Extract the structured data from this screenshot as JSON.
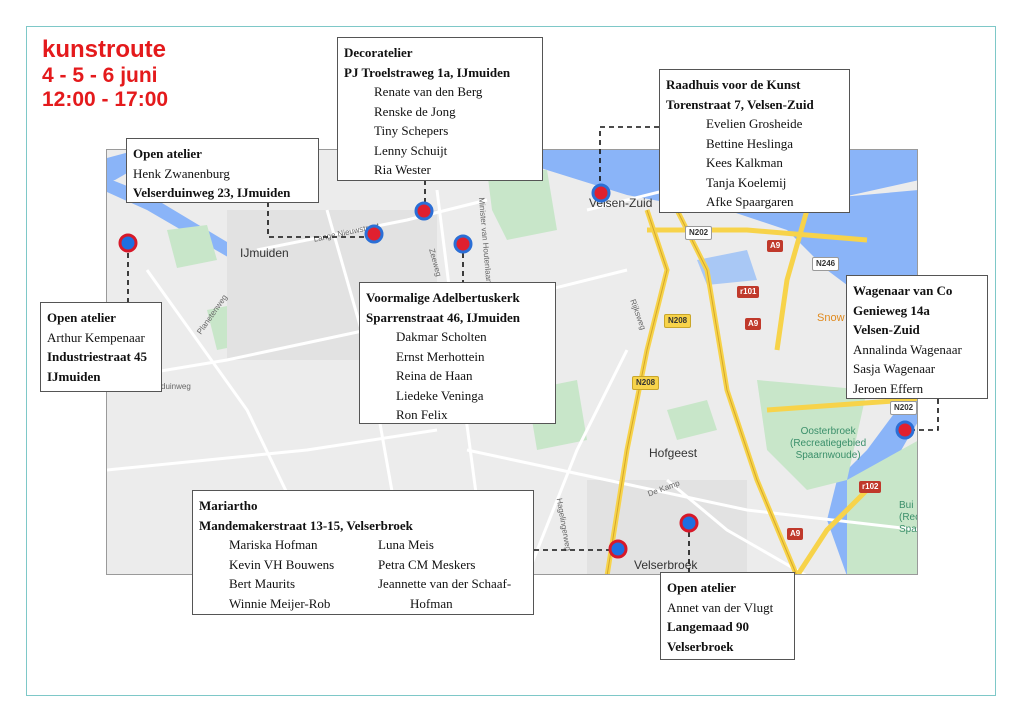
{
  "title": {
    "line1": "kunstroute",
    "line2": "4 - 5 - 6 juni",
    "line3": "12:00 - 17:00"
  },
  "map_labels": {
    "ijmuiden": "IJmuiden",
    "velsen_zuid": "Velsen-Zuid",
    "velserbroek": "Velserbroek",
    "hofgeest": "Hofgeest",
    "oosterbroek": "Oosterbroek\n(Recreatiegebied\nSpaarnwoude)",
    "snow": "Snow",
    "bui": "Bui\n(Recr\nSpaa",
    "lange_nieuwstraat": "Lange Nieuwstraat",
    "planetenweg": "Planetenweg",
    "minister": "Minister van Houtenlaan",
    "zeeweg": "Zeeweg",
    "rijksweg": "Rijksweg",
    "de_kamp": "De Kamp",
    "hagelingerweg": "Hagelingerweg",
    "duinweg": "duinweg"
  },
  "road_shields": {
    "n202_a": "N202",
    "n202_b": "N202",
    "a9_a": "A9",
    "a9_b": "A9",
    "a9_c": "A9",
    "n246": "N246",
    "r101": "r101",
    "n208_a": "N208",
    "n208_b": "N208",
    "r102": "r102"
  },
  "colors": {
    "pin_blue": "#1f6fe0",
    "pin_red": "#d7192a",
    "title_red": "#e41a1c",
    "water": "#8ab4f8",
    "green": "#c8e6c9",
    "highway": "#f7d34a"
  },
  "locations": {
    "decoratelier": {
      "name": "Decoratelier",
      "address": "PJ Troelstraweg 1a, IJmuiden",
      "artists": [
        "Renate van den Berg",
        "Renske de Jong",
        "Tiny Schepers",
        "Lenny Schuijt",
        "Ria Wester"
      ]
    },
    "raadhuis": {
      "name": "Raadhuis voor de Kunst",
      "address": "Torenstraat 7, Velsen-Zuid",
      "artists": [
        "Evelien Grosheide",
        "Bettine Heslinga",
        "Kees Kalkman",
        "Tanja Koelemij",
        "Afke Spaargaren"
      ]
    },
    "zwanenburg": {
      "name": "Open atelier",
      "artist": "Henk Zwanenburg",
      "address": "Velserduinweg 23, IJmuiden"
    },
    "kempenaar": {
      "name": "Open atelier",
      "artist": "Arthur Kempenaar",
      "address_line1": "Industriestraat 45",
      "address_line2": "IJmuiden"
    },
    "adelbertuskerk": {
      "name": "Voormalige Adelbertuskerk",
      "address": "Sparrenstraat 46, IJmuiden",
      "artists": [
        "Dakmar Scholten",
        "Ernst Merhottein",
        "Reina de Haan",
        "Liedeke Veninga",
        "Ron Felix"
      ]
    },
    "wagenaar": {
      "name": "Wagenaar van Co",
      "address_line1": "Genieweg 14a",
      "address_line2": "Velsen-Zuid",
      "artists": [
        "Annalinda Wagenaar",
        "Sasja Wagenaar",
        "Jeroen Effern"
      ]
    },
    "mariartho": {
      "name": "Mariartho",
      "address": "Mandemakerstraat 13-15, Velserbroek",
      "artists_col1": [
        "Mariska Hofman",
        "Kevin VH Bouwens",
        "Bert Maurits",
        "Winnie Meijer-Rob"
      ],
      "artists_col2": [
        "Luna Meis",
        "Petra CM Meskers",
        "Jeannette van der Schaaf-",
        "Hofman"
      ]
    },
    "vandervlugt": {
      "name": "Open atelier",
      "artist": "Annet van der Vlugt",
      "address_line1": "Langemaad 90",
      "address_line2": "Velserbroek"
    }
  }
}
